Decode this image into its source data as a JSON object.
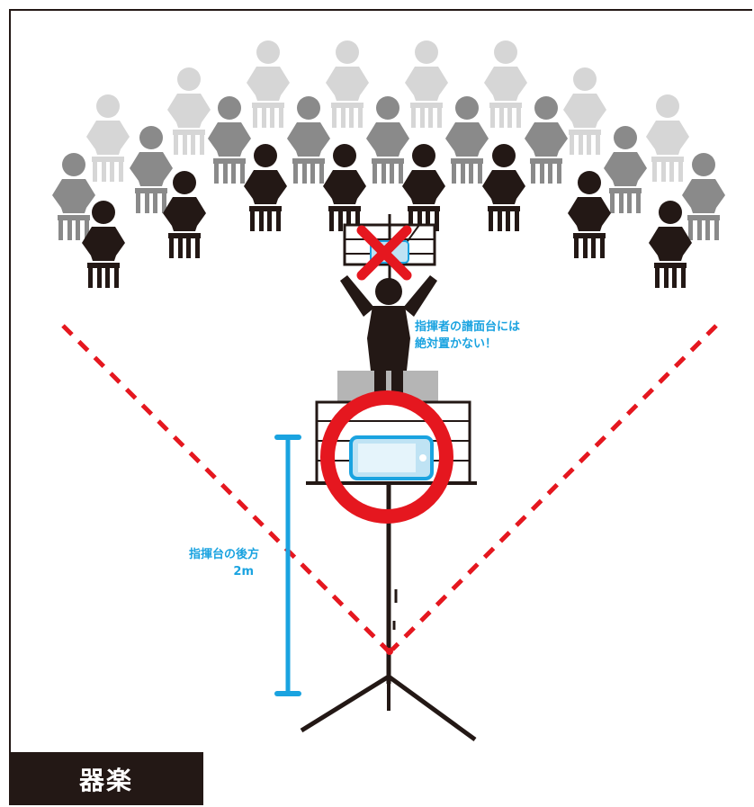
{
  "labels": {
    "conductor_note_line1": "指揮者の譜面台には",
    "conductor_note_line2": "絶対置かない！",
    "distance_note_line1": "指揮台の後方",
    "distance_note_line2": "2m",
    "category": "器楽"
  },
  "colors": {
    "background": "#ffffff",
    "ink": "#231815",
    "performer_front": "#231815",
    "performer_mid": "#8a8a8a",
    "performer_back": "#d6d6d6",
    "accent_blue": "#1aa3e0",
    "prohibit_red": "#e5171f",
    "ok_red": "#e5171f",
    "guide_dashed": "#e5171f",
    "podium_gray": "#b5b5b5"
  },
  "icons": {
    "performers": "seated-performer-icon",
    "conductor": "conductor-icon",
    "forbidden": "cross-mark-icon",
    "allowed": "circle-ok-icon",
    "device": "smartphone-icon"
  }
}
